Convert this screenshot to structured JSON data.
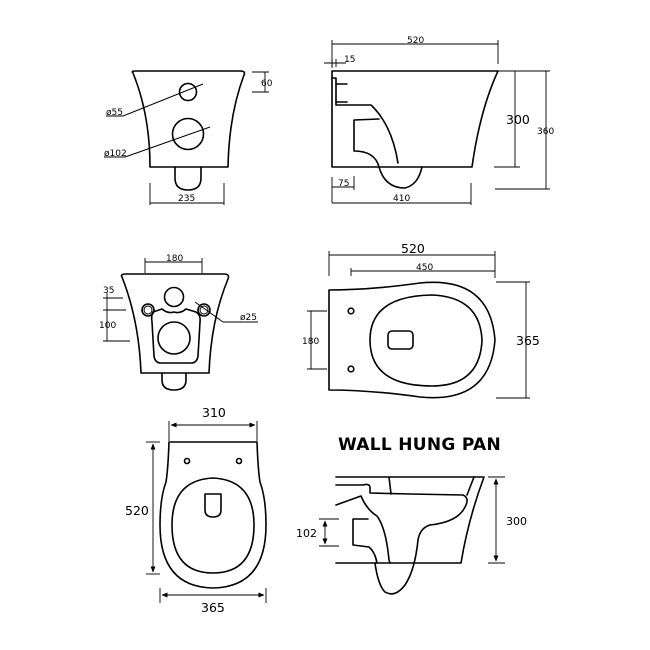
{
  "title": "WALL HUNG PAN",
  "colors": {
    "line": "#000000",
    "background": "#ffffff"
  },
  "views": {
    "rear_view": {
      "dims": {
        "top_offset": "60",
        "inlet_dia": "ø55",
        "outlet_dia": "ø102",
        "width": "235"
      }
    },
    "side_view": {
      "dims": {
        "length": "520",
        "wall_gap": "15",
        "height": "300",
        "total_height": "360",
        "outlet_offset": "75",
        "base_length": "410"
      }
    },
    "rear_fixing_view": {
      "dims": {
        "bolt_spacing": "180",
        "top_offset": "35",
        "bolt_height": "100",
        "bolt_dia": "ø25"
      }
    },
    "top_view": {
      "dims": {
        "length": "520",
        "bowl_length": "450",
        "bolt_spacing": "180",
        "width": "365"
      }
    },
    "plan_view": {
      "dims": {
        "rear_width": "310",
        "length": "520",
        "width": "365"
      }
    },
    "section_view": {
      "dims": {
        "outlet_height": "102",
        "height": "300"
      }
    }
  }
}
